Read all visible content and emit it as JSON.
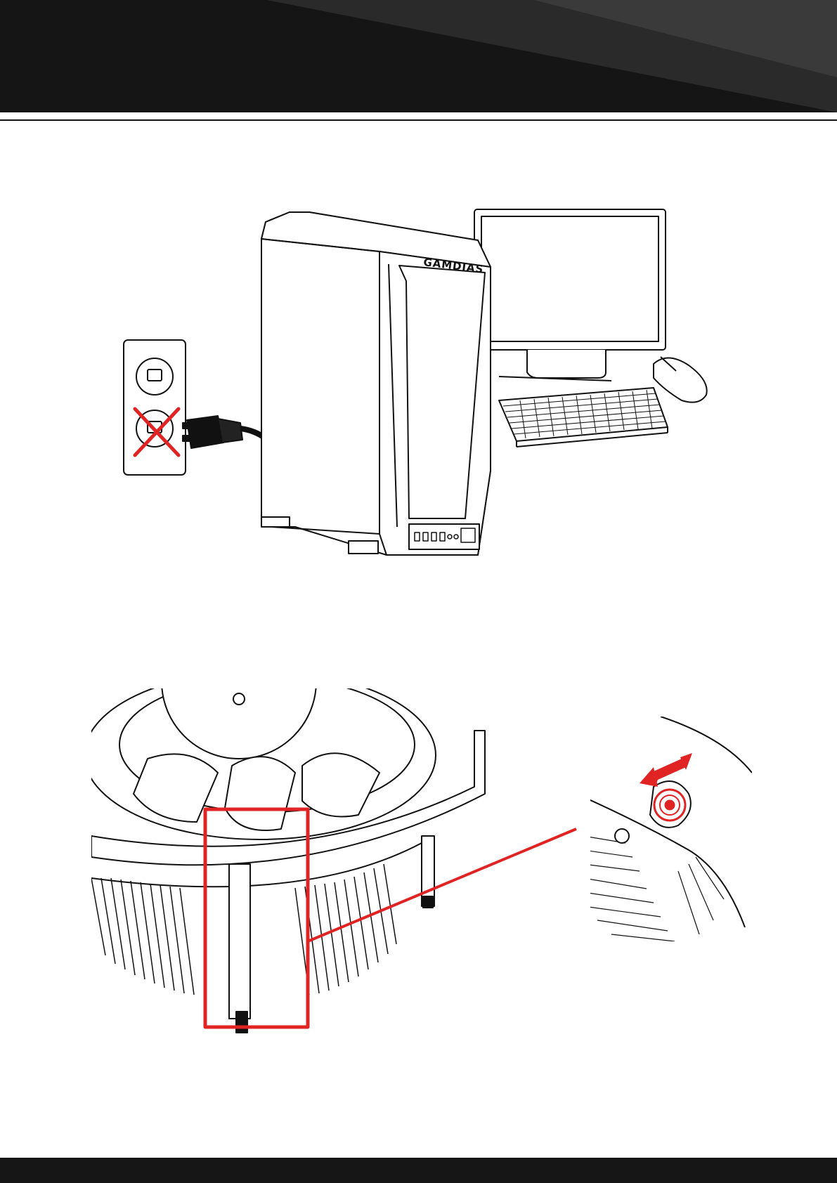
{
  "header": {
    "background": "#161616",
    "accent": "#2a2a2a"
  },
  "figure1": {
    "brand": "GAMDIAS",
    "objects": [
      "pc-case",
      "monitor",
      "keyboard",
      "mouse",
      "wall-outlet",
      "power-plug"
    ],
    "crossed_out": "lower-outlet",
    "cross_color": "#e02424"
  },
  "figure2": {
    "objects": [
      "cpu-cooler-fan",
      "heatsink",
      "push-pin",
      "push-pin-detail"
    ],
    "highlight_color": "#e02424",
    "arrow": "double-headed"
  },
  "footer": {
    "background": "#161616"
  }
}
